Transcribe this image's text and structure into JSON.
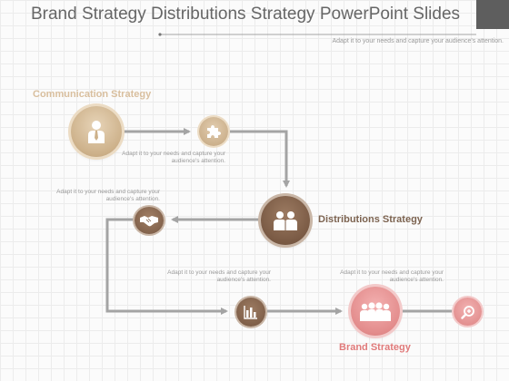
{
  "title": "Brand Strategy Distributions Strategy PowerPoint Slides",
  "subtitle": "Adapt it to your needs and capture your audience's attention.",
  "labels": {
    "communication": "Communication Strategy",
    "distributions": "Distributions Strategy",
    "brand": "Brand Strategy"
  },
  "notes": [
    "Adapt it to your needs and capture your audience's attention.",
    "Adapt it to your needs and capture your audience's attention.",
    "Adapt it to your needs and capture your audience's attention.",
    "Adapt it to your needs and capture your audience's attention."
  ],
  "icons": {
    "communication": "businessman-icon",
    "puzzle": "puzzle-icon",
    "distributions": "team-icon",
    "handshake": "handshake-icon",
    "chart": "bar-chart-icon",
    "brand": "group-icon",
    "zoom": "magnifier-icon"
  },
  "colors": {
    "communication": "#cdb18a",
    "distributions": "#7a5a44",
    "brand": "#e38c8c",
    "arrow": "#9e9e9e"
  }
}
